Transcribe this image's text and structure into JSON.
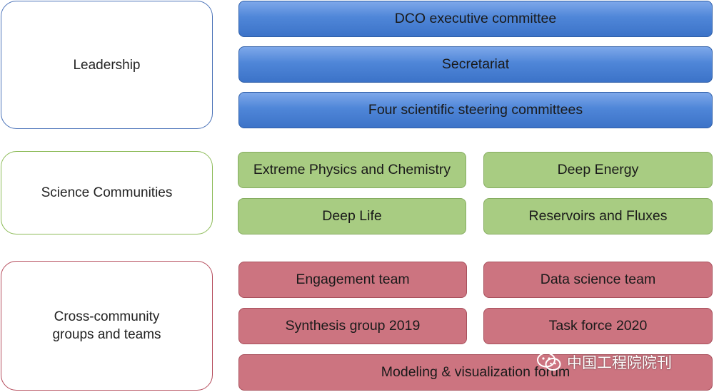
{
  "categories": {
    "leadership": {
      "label": "Leadership",
      "border_color": "#4a72b8"
    },
    "science": {
      "label": "Science Communities",
      "border_color": "#8cbb57"
    },
    "cross": {
      "label": "Cross-community\ngroups and teams",
      "border_color": "#b54c5c"
    }
  },
  "leadership_boxes": {
    "executive": "DCO executive committee",
    "secretariat": "Secretariat",
    "steering": "Four scientific steering committees"
  },
  "science_boxes": {
    "extreme_physics": "Extreme Physics and Chemistry",
    "deep_energy": "Deep Energy",
    "deep_life": "Deep Life",
    "reservoirs": "Reservoirs and Fluxes"
  },
  "cross_boxes": {
    "engagement": "Engagement team",
    "data_science": "Data science team",
    "synthesis": "Synthesis group 2019",
    "task_force": "Task force 2020",
    "modeling": "Modeling & visualization forum"
  },
  "watermark": {
    "text": "中国工程院院刊",
    "icon": "wechat-icon"
  }
}
